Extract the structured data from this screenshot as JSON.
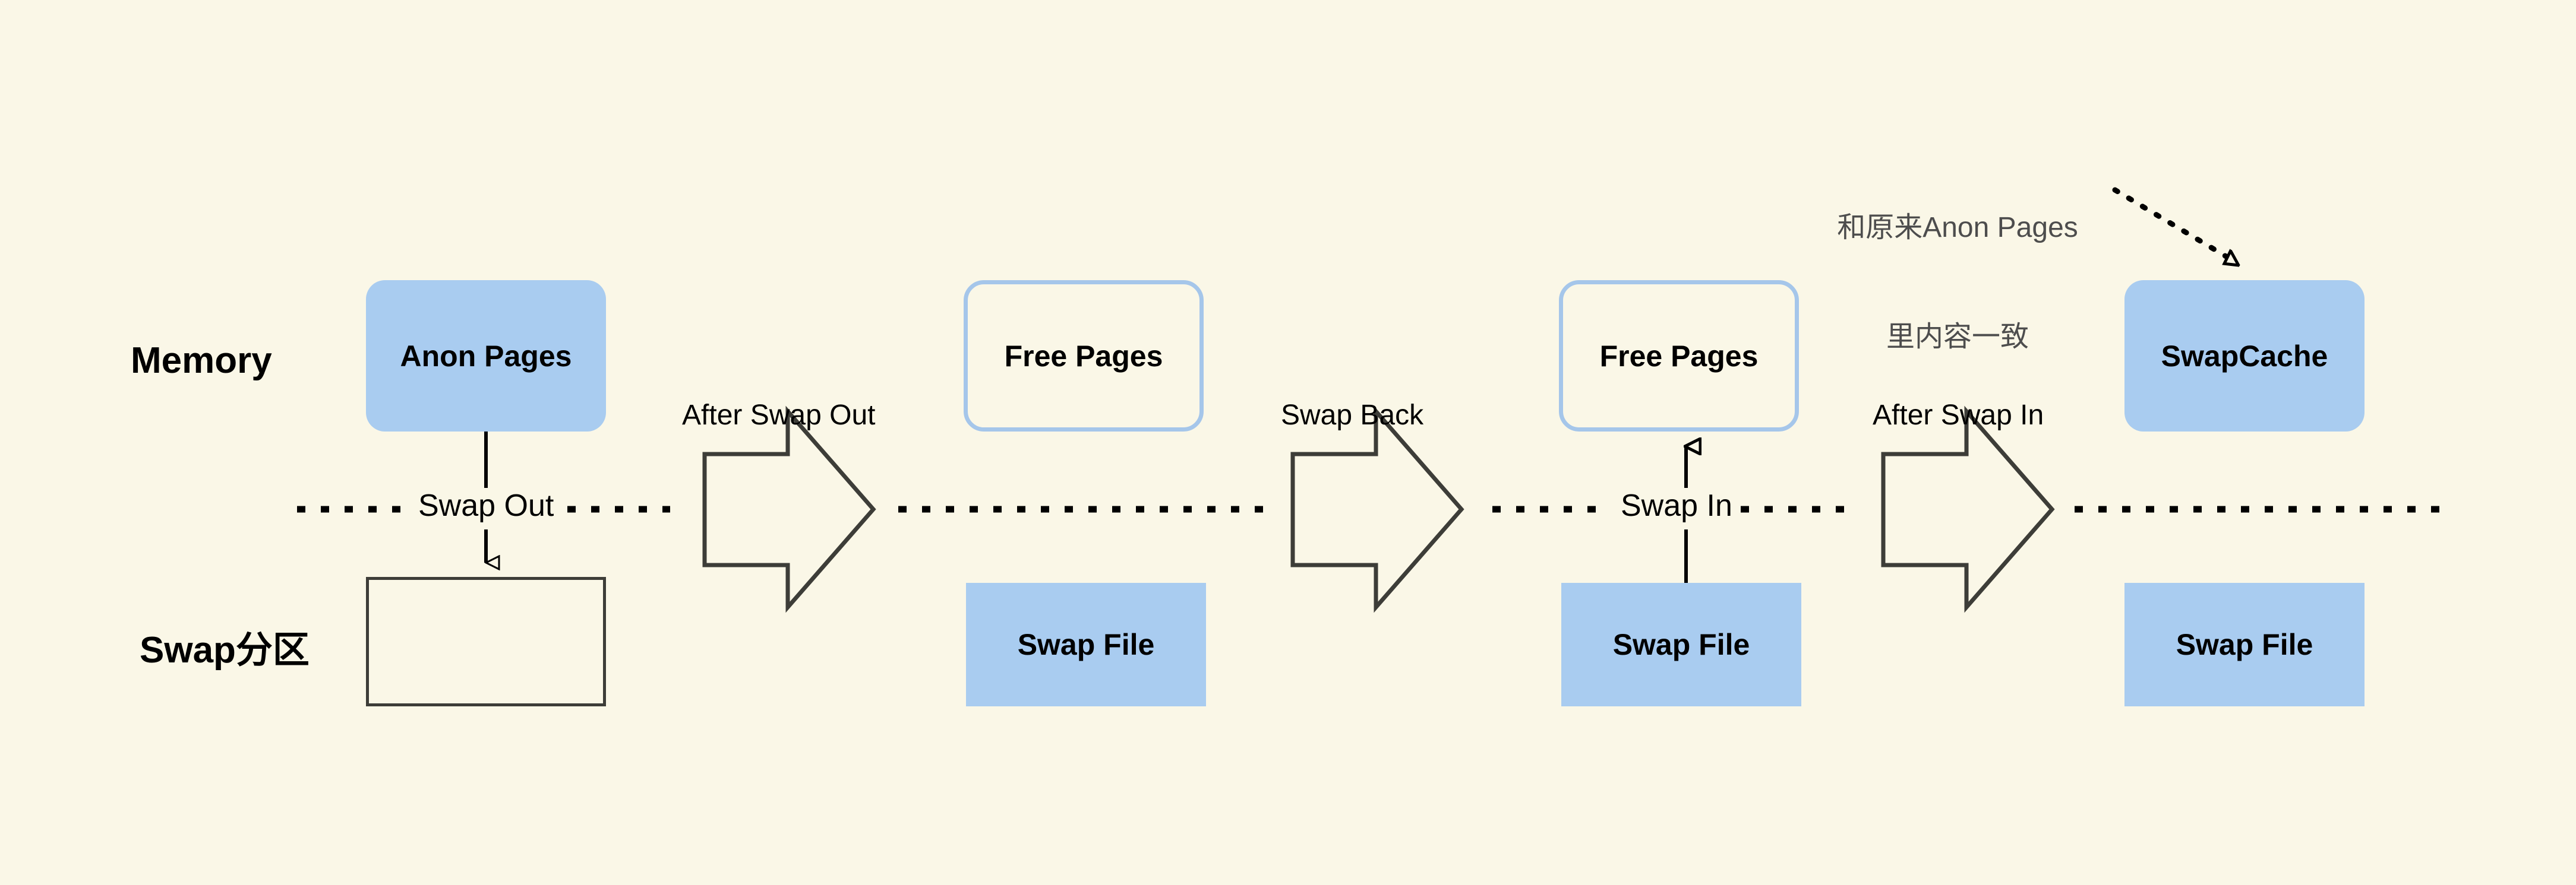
{
  "diagram": {
    "title": "Linux swap out / swap in page lifecycle",
    "background_color": "#faf7e7",
    "accent_blue": "#a9ccf0",
    "outline_blue": "#a5c6ea",
    "stroke_dark": "#3d3d38",
    "row_labels": {
      "memory": "Memory",
      "swap": "Swap分区"
    },
    "stages": [
      {
        "id": "stage-1",
        "memory_node": {
          "label": "Anon Pages",
          "style": "filled-rounded"
        },
        "swap_node": {
          "label": "",
          "style": "empty-rect"
        },
        "transition_label": "Swap Out",
        "step_label": "After Swap Out"
      },
      {
        "id": "stage-2",
        "memory_node": {
          "label": "Free Pages",
          "style": "outline-rounded"
        },
        "swap_node": {
          "label": "Swap File",
          "style": "filled-rect"
        },
        "transition_label": "",
        "step_label": "Swap Back"
      },
      {
        "id": "stage-3",
        "memory_node": {
          "label": "Free Pages",
          "style": "outline-rounded"
        },
        "swap_node": {
          "label": "Swap File",
          "style": "filled-rect"
        },
        "transition_label": "Swap In",
        "step_label": "After Swap In"
      },
      {
        "id": "stage-4",
        "memory_node": {
          "label": "SwapCache",
          "style": "filled-rounded"
        },
        "swap_node": {
          "label": "Swap File",
          "style": "filled-rect"
        },
        "transition_label": "",
        "step_label": ""
      }
    ],
    "annotation": {
      "line1": "和原来Anon Pages",
      "line2": "里内容一致",
      "target": "stage-4 SwapCache"
    }
  }
}
